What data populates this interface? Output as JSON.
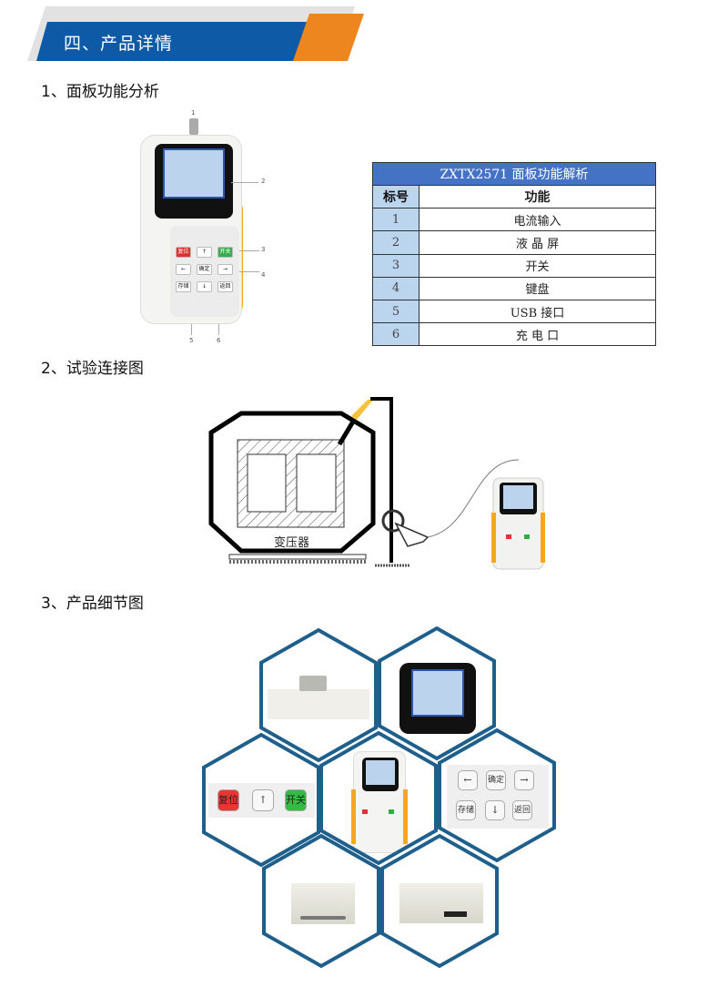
{
  "banner": {
    "title": "四、产品详情",
    "colors": {
      "blue": "#0e5aa7",
      "orange": "#ee861f"
    }
  },
  "sections": {
    "s1": "1、面板功能分析",
    "s2": "2、试验连接图",
    "s3": "3、产品细节图"
  },
  "panel_callouts": [
    "1",
    "2",
    "3",
    "4",
    "5",
    "6"
  ],
  "device_keys": {
    "reset": "复位",
    "up": "↑",
    "power": "开关",
    "left": "←",
    "ok": "确定",
    "right": "→",
    "store": "存储",
    "down": "↓",
    "back": "返回"
  },
  "table": {
    "title": "ZXTX2571 面板功能解析",
    "col_num": "标号",
    "col_fn": "功能",
    "rows": [
      {
        "n": "1",
        "f": "电流输入"
      },
      {
        "n": "2",
        "f": "液 晶 屏"
      },
      {
        "n": "3",
        "f": "开关"
      },
      {
        "n": "4",
        "f": "键盘"
      },
      {
        "n": "5",
        "f": "USB 接口"
      },
      {
        "n": "6",
        "f": "充 电 口"
      }
    ]
  },
  "diagram": {
    "transformer_label": "变压器"
  }
}
